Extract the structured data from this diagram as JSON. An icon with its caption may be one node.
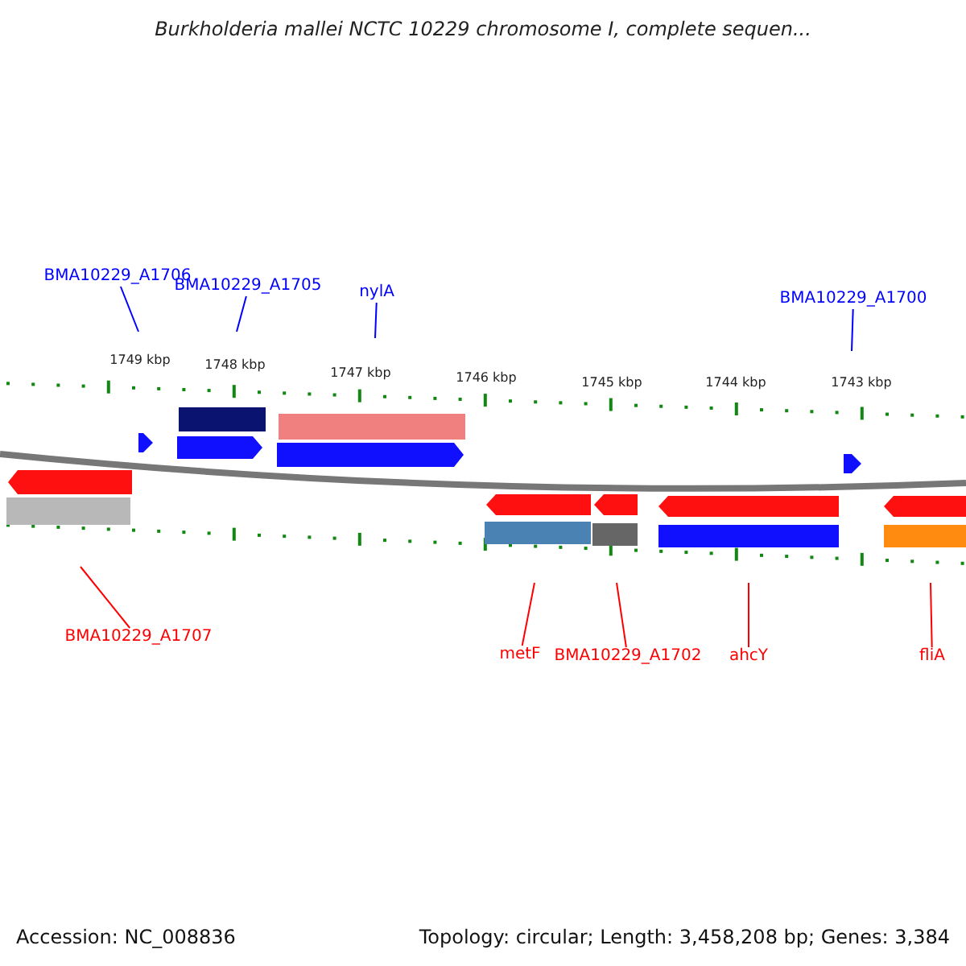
{
  "diagram": {
    "title": "Burkholderia mallei NCTC 10229 chromosome I, complete sequen...",
    "nodes": [
      {
        "text": [
          "BMA10229_A1706"
        ]
      },
      {
        "text": [
          "BMA10229_A1705"
        ]
      },
      {
        "text": [
          "nylA"
        ]
      },
      {
        "text": [
          "BMA10229_A1700"
        ]
      },
      {
        "text": [
          "BMA10229_A1707"
        ]
      },
      {
        "text": [
          "metF"
        ]
      },
      {
        "text": [
          "BMA10229_A1702"
        ]
      },
      {
        "text": [
          "ahcY"
        ]
      },
      {
        "text": [
          "fliA"
        ]
      }
    ],
    "edges": [
      {
        "from": 0,
        "to": null,
        "arrow": "none",
        "color": "#0000ff"
      },
      {
        "from": 1,
        "to": null,
        "arrow": "none",
        "color": "#0000ff"
      },
      {
        "from": 2,
        "to": null,
        "arrow": "none",
        "color": "#0000ff"
      },
      {
        "from": 3,
        "to": null,
        "arrow": "none",
        "color": "#0000ff"
      },
      {
        "from": 4,
        "to": null,
        "arrow": "none"
      },
      {
        "from": 5,
        "to": null,
        "arrow": "none"
      },
      {
        "from": 6,
        "to": null,
        "arrow": "none"
      },
      {
        "from": 7,
        "to": null,
        "arrow": "none"
      },
      {
        "from": 8,
        "to": null,
        "arrow": "none"
      }
    ],
    "labels": [
      "1749 kbp",
      "1748 kbp",
      "1747 kbp",
      "1746 kbp",
      "1745 kbp",
      "1744 kbp",
      "1743 kbp",
      "Accession: NC_008836",
      "Topology: circular; Length: 3,458,208 bp; Genes: 3,384"
    ]
  }
}
